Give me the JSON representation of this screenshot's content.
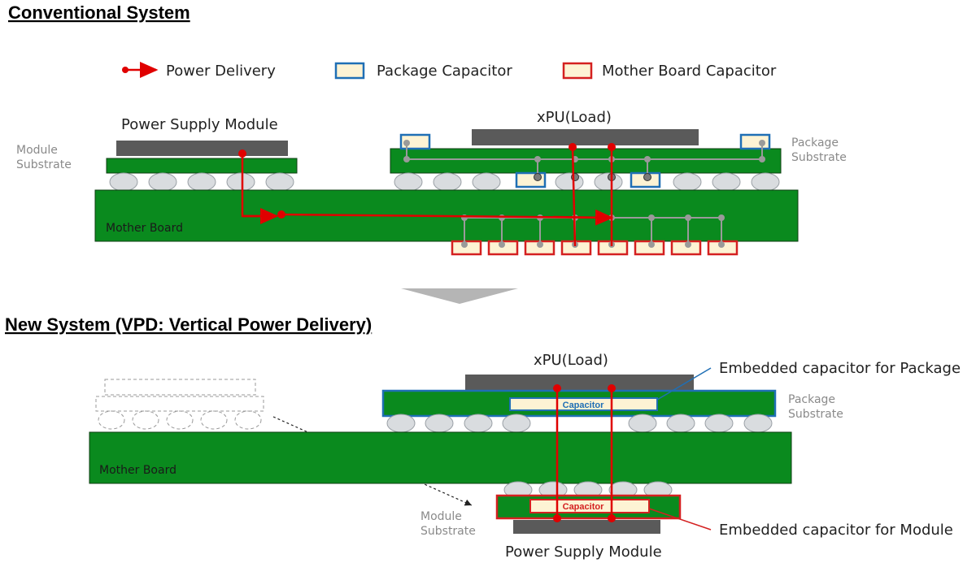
{
  "conventional": {
    "title": "Conventional System",
    "legend": {
      "power_delivery": "Power Delivery",
      "package_capacitor": "Package Capacitor",
      "mother_board_capacitor": "Mother Board Capacitor"
    },
    "power_supply_module": "Power Supply Module",
    "xpu": "xPU(Load)",
    "module_substrate": [
      "Module",
      "Substrate"
    ],
    "package_substrate": [
      "Package",
      "Substrate"
    ],
    "mother_board": "Mother Board"
  },
  "new_system": {
    "title": "New System (VPD: Vertical Power Delivery)",
    "xpu": "xPU(Load)",
    "embedded_cap_package": "Embedded capacitor for Package",
    "embedded_cap_module": "Embedded capacitor for Module",
    "package_substrate": [
      "Package",
      "Substrate"
    ],
    "module_substrate": [
      "Module",
      "Substrate"
    ],
    "mother_board": "Mother Board",
    "capacitor_package": "Capacitor",
    "capacitor_module": "Capacitor",
    "power_supply_module": "Power Supply Module"
  },
  "colors": {
    "board_green": "#0a8a1e",
    "power_red": "#e00000",
    "package_cap_blue": "#1f6fb5",
    "cap_fill": "#fdf3d4",
    "chip_gray": "#5a5a5a",
    "ball_fill": "#d9dcdf"
  }
}
